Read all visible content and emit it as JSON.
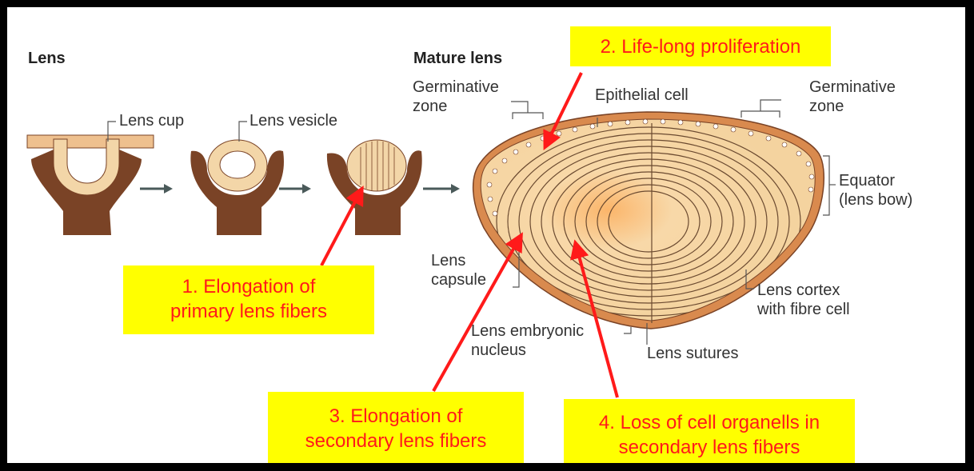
{
  "colors": {
    "tissue_brown": "#7a4326",
    "lens_fill": "#f5d7a8",
    "capsule": "#d98a4e",
    "highlight_yellow": "#ffff00",
    "annotation_red": "#ff1a1a",
    "arrow_gray": "#4a5a5a"
  },
  "left_panel": {
    "heading": "Lens",
    "labels": {
      "lens_cup": "Lens cup",
      "lens_vesicle": "Lens vesicle"
    }
  },
  "right_panel": {
    "heading": "Mature lens",
    "labels": {
      "germinative_zone_left": [
        "Germinative",
        "zone"
      ],
      "epithelial_cell": "Epithelial cell",
      "germinative_zone_right": [
        "Germinative",
        "zone"
      ],
      "equator": [
        "Equator",
        "(lens bow)"
      ],
      "lens_capsule": [
        "Lens",
        "capsule"
      ],
      "lens_cortex": [
        "Lens cortex",
        "with fibre cell"
      ],
      "lens_embryonic_nucleus": [
        "Lens embryonic",
        "nucleus"
      ],
      "lens_sutures": "Lens sutures"
    }
  },
  "annotations": [
    {
      "id": "life-long-proliferation",
      "lines": [
        "2. Life-long proliferation"
      ]
    },
    {
      "id": "elongation-primary",
      "lines": [
        "1. Elongation of",
        "primary lens fibers"
      ]
    },
    {
      "id": "elongation-secondary",
      "lines": [
        "3. Elongation of",
        "secondary lens fibers"
      ]
    },
    {
      "id": "loss-organells",
      "lines": [
        "4. Loss of cell organells in",
        "secondary lens fibers"
      ]
    }
  ]
}
